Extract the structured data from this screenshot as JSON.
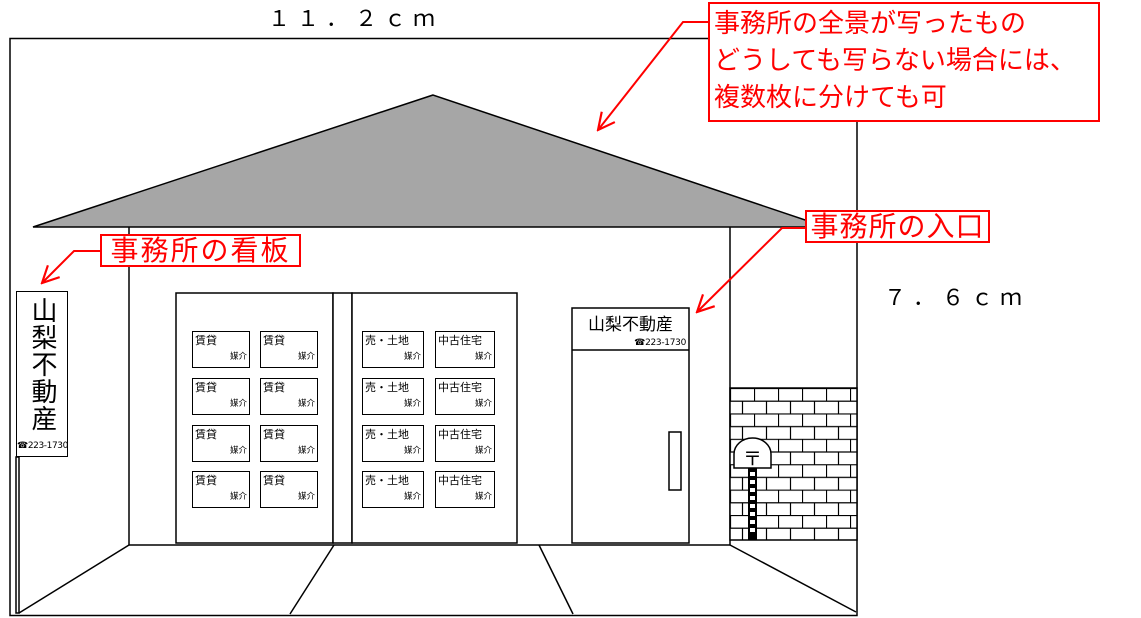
{
  "dimensions": {
    "width_label": "１１．２ｃｍ",
    "height_label": "７．６ｃｍ"
  },
  "annotations": {
    "overall_view": {
      "lines": [
        "事務所の全景が写ったもの",
        "どうしても写らない場合には、",
        "複数枚に分けても可"
      ]
    },
    "signboard": "事務所の看板",
    "entrance": "事務所の入口"
  },
  "signboard": {
    "company_name": "山梨不動産",
    "phone_icon": "☎",
    "phone_number": "223-1730"
  },
  "door_sign": {
    "company_name": "山梨不動産",
    "phone_icon": "☎",
    "phone_number": "223-1730"
  },
  "display_windows": {
    "left": {
      "cards": [
        {
          "title": "賃貸",
          "tag": "媒介"
        },
        {
          "title": "賃貸",
          "tag": "媒介"
        },
        {
          "title": "賃貸",
          "tag": "媒介"
        },
        {
          "title": "賃貸",
          "tag": "媒介"
        },
        {
          "title": "賃貸",
          "tag": "媒介"
        },
        {
          "title": "賃貸",
          "tag": "媒介"
        },
        {
          "title": "賃貸",
          "tag": "媒介"
        },
        {
          "title": "賃貸",
          "tag": "媒介"
        }
      ]
    },
    "right": {
      "cards": [
        {
          "title": "売・土地",
          "tag": "媒介"
        },
        {
          "title": "中古住宅",
          "tag": "媒介"
        },
        {
          "title": "売・土地",
          "tag": "媒介"
        },
        {
          "title": "中古住宅",
          "tag": "媒介"
        },
        {
          "title": "売・土地",
          "tag": "媒介"
        },
        {
          "title": "中古住宅",
          "tag": "媒介"
        },
        {
          "title": "売・土地",
          "tag": "媒介"
        },
        {
          "title": "中古住宅",
          "tag": "媒介"
        }
      ]
    }
  },
  "mailbox": {
    "icon": "postal-mark-icon",
    "mark": "〒"
  },
  "icons": {
    "phone": "phone-icon",
    "arrow": "arrow-icon"
  },
  "colors": {
    "annotation": "#ff0000",
    "roof": "#a6a6a6",
    "line": "#000000",
    "background": "#ffffff"
  }
}
